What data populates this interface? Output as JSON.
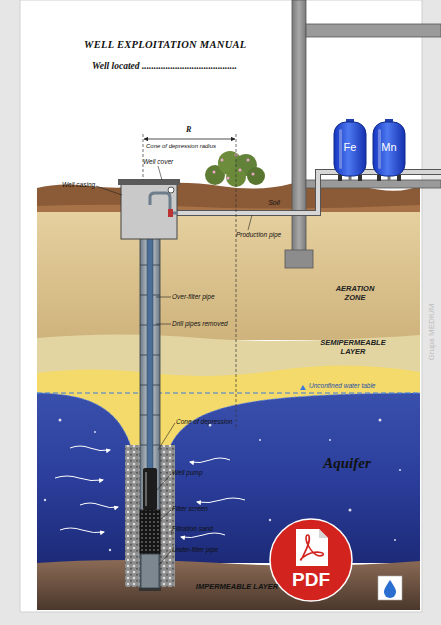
{
  "diagram": {
    "title": "WELL EXPLOITATION MANUAL",
    "nodes": [
      {
        "text": [
          "Fe"
        ]
      },
      {
        "text": [
          "Mn"
        ]
      },
      {
        "text": [
          "Soil"
        ]
      },
      {
        "text": [
          "AERATION ZONE"
        ]
      },
      {
        "text": [
          "SEMIPERMEABLE LAYER"
        ]
      },
      {
        "text": [
          "Aquifer"
        ]
      },
      {
        "text": [
          "PDF"
        ]
      },
      {
        "text": [
          "IMPERMEABLE LAYER"
        ]
      }
    ],
    "labels": [
      "Well located ........................................",
      "R",
      "Cone of depression radius",
      "Well casing",
      "Well cover",
      "Production pipe",
      "Over-filter pipe",
      "Drill pipes removed",
      "Unconfined water table",
      "Cone of depression",
      "Well pump",
      "Filter screen",
      "Filtration sand",
      "Under-filter pipe",
      "Grupa MEDIUM"
    ]
  }
}
